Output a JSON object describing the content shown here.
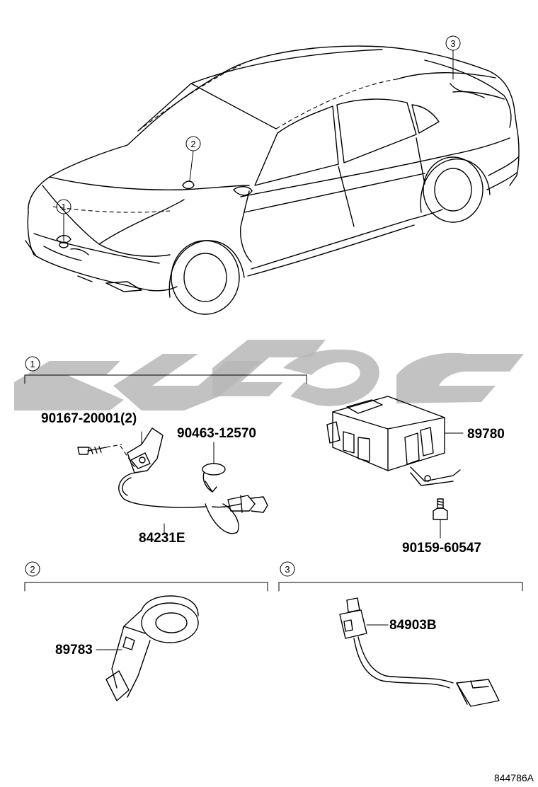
{
  "diagram": {
    "callouts": [
      "1",
      "2",
      "3"
    ],
    "section_1": {
      "callout": "1",
      "parts": {
        "screw": "90167-20001(2)",
        "clamp": "90463-12570",
        "ecu": "89780",
        "bolt": "90159-60547",
        "sensor": "84231E"
      }
    },
    "section_2": {
      "callout": "2",
      "parts": {
        "coil": "89783"
      }
    },
    "section_3": {
      "callout": "3",
      "parts": {
        "switch": "84903B"
      }
    },
    "reference_code": "844786A"
  }
}
